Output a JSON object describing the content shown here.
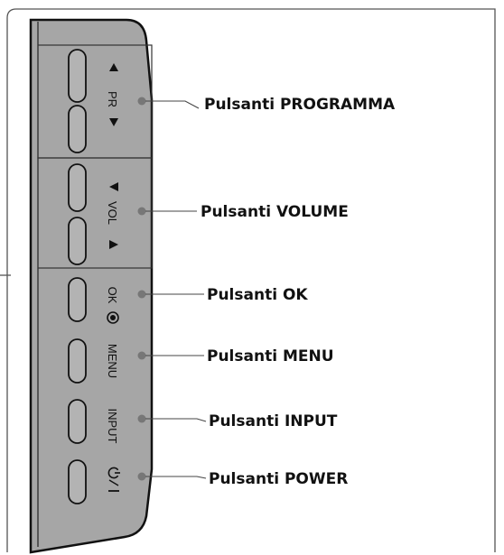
{
  "diagram": {
    "panel_labels": {
      "pr": "PR",
      "vol": "VOL",
      "ok": "OK",
      "menu": "MENU",
      "input": "INPUT"
    },
    "callouts": {
      "programma": "Pulsanti PROGRAMMA",
      "volume": "Pulsanti VOLUME",
      "ok": "Pulsanti OK",
      "menu": "Pulsanti MENU",
      "input": "Pulsanti INPUT",
      "power": "Pulsanti POWER"
    },
    "colors": {
      "panel_fill": "#a6a6a6",
      "panel_stroke": "#111111",
      "section_stroke": "#333333",
      "button_fill": "#b3b3b3",
      "leader_line": "#444444",
      "dot": "#777777",
      "frame": "#555555"
    }
  }
}
